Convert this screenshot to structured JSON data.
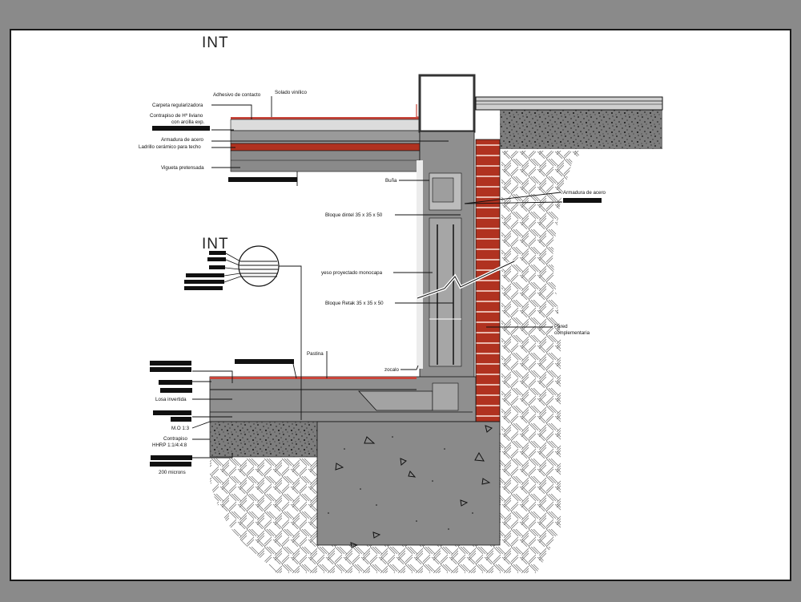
{
  "drawing": {
    "int_label_top": "INT",
    "int_label_detail": "INT",
    "labels": {
      "solado": "Solado vinílico",
      "adhesivo": "Adhesivo de contacto",
      "carpeta": "Carpeta regularizadora",
      "contrapiso_1": "Contrapiso de Hº liviano",
      "contrapiso_2": "con arcilla exp.",
      "armadura_techo": "Armadura de acero",
      "ladrillo": "Ladrillo cerámico para techo",
      "vigueta": "Vigueta pretensada",
      "buna": "Buña",
      "armadura_dintel": "Armadura de acero",
      "bloque_dintel": "Bloque dintel 35 x 35 x 50",
      "yeso": "yeso proyectado monocapa",
      "bloque_retak": "Bloque Retak 35 x 35 x 50",
      "pared_1": "Pared",
      "pared_2": "complementaria",
      "pastina": "Pastina",
      "zocalo": "zocalo",
      "losa": "Losa invertida",
      "mo": "M.O 1:3",
      "contrapiso_h1": "Contrapiso",
      "contrapiso_h2": "HHRP 1:1/4:4:8",
      "micrones": "200 microns"
    }
  }
}
